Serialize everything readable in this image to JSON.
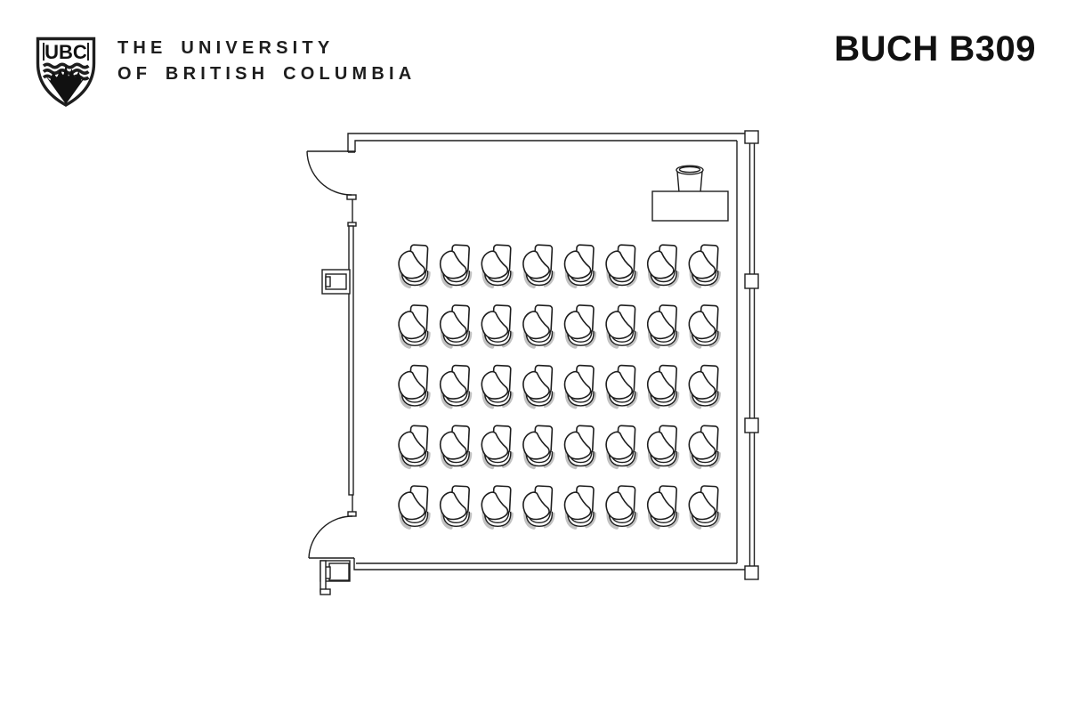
{
  "header": {
    "logo": {
      "acronym": "UBC",
      "name": "ubc-crest"
    },
    "university_name": {
      "line1": "THE UNIVERSITY",
      "line2": "OF BRITISH COLUMBIA"
    },
    "room_title": "BUCH B309"
  },
  "floor_plan": {
    "room": "BUCH B309",
    "seating": {
      "rows": 5,
      "seats_per_row": 8,
      "total_seats": 40,
      "seat_type": "tablet-arm chair"
    },
    "furniture": [
      "instructor table",
      "stool"
    ],
    "features": [
      "door top-left",
      "door bottom-left",
      "window wall right",
      "window panel left"
    ],
    "colors": {
      "line": "#1e1e1e",
      "shadow": "#c2c2c2",
      "background": "#ffffff",
      "text": "#1a1a1a"
    }
  }
}
